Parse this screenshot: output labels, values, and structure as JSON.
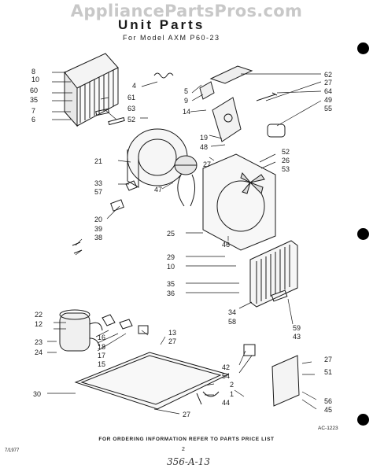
{
  "watermark": "AppliancePartsPros.com",
  "title": "Unit Parts",
  "subtitle": "For Model AXM P60-23",
  "footer_text": "FOR ORDERING INFORMATION REFER TO PARTS PRICE LIST",
  "ref_code": "AC-1223",
  "page_number": "2",
  "date_code": "7/1977",
  "handwritten_note": "356-A-13",
  "callouts": [
    {
      "id": "8",
      "label": "8"
    },
    {
      "id": "10a",
      "label": "10"
    },
    {
      "id": "60",
      "label": "60"
    },
    {
      "id": "35a",
      "label": "35"
    },
    {
      "id": "7",
      "label": "7"
    },
    {
      "id": "6",
      "label": "6"
    },
    {
      "id": "4",
      "label": "4"
    },
    {
      "id": "61",
      "label": "61"
    },
    {
      "id": "63",
      "label": "63"
    },
    {
      "id": "52a",
      "label": "52"
    },
    {
      "id": "5",
      "label": "5"
    },
    {
      "id": "9",
      "label": "9"
    },
    {
      "id": "14",
      "label": "14"
    },
    {
      "id": "62",
      "label": "62"
    },
    {
      "id": "27a",
      "label": "27"
    },
    {
      "id": "64",
      "label": "64"
    },
    {
      "id": "49",
      "label": "49"
    },
    {
      "id": "55",
      "label": "55"
    },
    {
      "id": "19",
      "label": "19"
    },
    {
      "id": "48",
      "label": "48"
    },
    {
      "id": "21",
      "label": "21"
    },
    {
      "id": "33",
      "label": "33"
    },
    {
      "id": "57",
      "label": "57"
    },
    {
      "id": "47",
      "label": "47"
    },
    {
      "id": "27b",
      "label": "27"
    },
    {
      "id": "52b",
      "label": "52"
    },
    {
      "id": "26",
      "label": "26"
    },
    {
      "id": "53",
      "label": "53"
    },
    {
      "id": "20",
      "label": "20"
    },
    {
      "id": "39",
      "label": "39"
    },
    {
      "id": "38",
      "label": "38"
    },
    {
      "id": "25",
      "label": "25"
    },
    {
      "id": "46",
      "label": "46"
    },
    {
      "id": "29",
      "label": "29"
    },
    {
      "id": "10b",
      "label": "10"
    },
    {
      "id": "35b",
      "label": "35"
    },
    {
      "id": "36",
      "label": "36"
    },
    {
      "id": "34",
      "label": "34"
    },
    {
      "id": "58",
      "label": "58"
    },
    {
      "id": "59",
      "label": "59"
    },
    {
      "id": "43",
      "label": "43"
    },
    {
      "id": "22",
      "label": "22"
    },
    {
      "id": "12",
      "label": "12"
    },
    {
      "id": "16",
      "label": "16"
    },
    {
      "id": "18",
      "label": "18"
    },
    {
      "id": "17",
      "label": "17"
    },
    {
      "id": "15",
      "label": "15"
    },
    {
      "id": "13",
      "label": "13"
    },
    {
      "id": "27c",
      "label": "27"
    },
    {
      "id": "23",
      "label": "23"
    },
    {
      "id": "24",
      "label": "24"
    },
    {
      "id": "42",
      "label": "42"
    },
    {
      "id": "54",
      "label": "54"
    },
    {
      "id": "2",
      "label": "2"
    },
    {
      "id": "1",
      "label": "1"
    },
    {
      "id": "44",
      "label": "44"
    },
    {
      "id": "27d",
      "label": "27"
    },
    {
      "id": "51",
      "label": "51"
    },
    {
      "id": "56",
      "label": "56"
    },
    {
      "id": "45",
      "label": "45"
    },
    {
      "id": "30",
      "label": "30"
    },
    {
      "id": "27e",
      "label": "27"
    }
  ],
  "colors": {
    "ink": "#1a1a1a",
    "watermark": "#c8c8c8",
    "paper": "#ffffff"
  }
}
